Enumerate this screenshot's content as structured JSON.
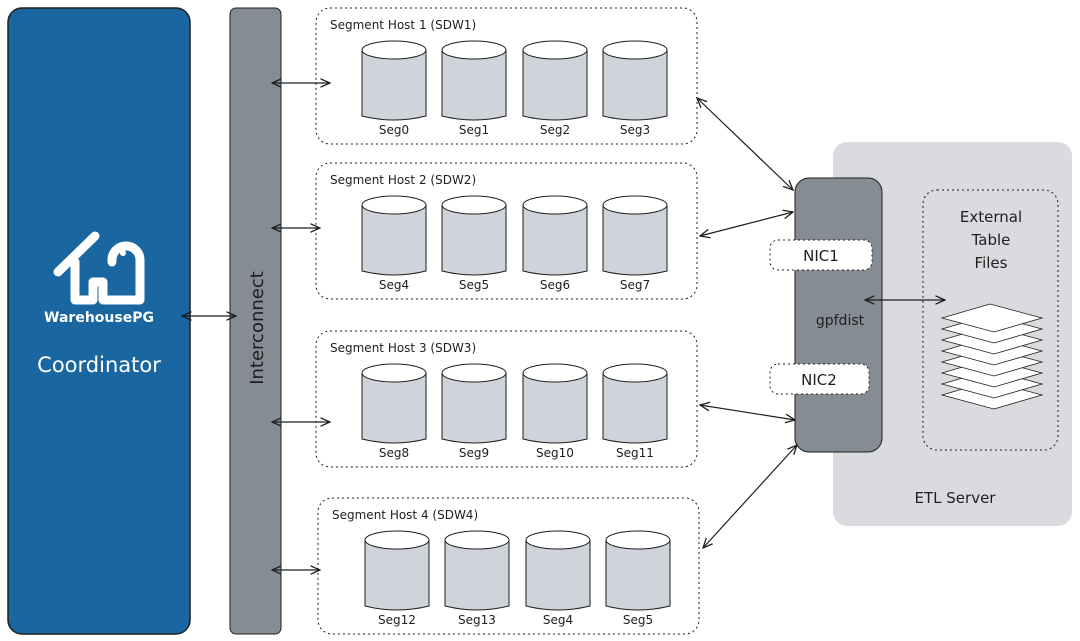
{
  "coordinator": {
    "logo_text": "WarehousePG",
    "label": "Coordinator",
    "color": "#1a66a0"
  },
  "interconnect": {
    "label": "Interconnect",
    "color": "#868c94"
  },
  "hosts": [
    {
      "title": "Segment Host 1 (SDW1)",
      "segments": [
        "Seg0",
        "Seg1",
        "Seg2",
        "Seg3"
      ]
    },
    {
      "title": "Segment Host 2 (SDW2)",
      "segments": [
        "Seg4",
        "Seg5",
        "Seg6",
        "Seg7"
      ]
    },
    {
      "title": "Segment Host 3 (SDW3)",
      "segments": [
        "Seg8",
        "Seg9",
        "Seg10",
        "Seg11"
      ]
    },
    {
      "title": "Segment Host 4 (SDW4)",
      "segments": [
        "Seg12",
        "Seg13",
        "Seg4",
        "Seg5"
      ]
    }
  ],
  "etl": {
    "label": "ETL Server",
    "gpfdist": "gpfdist",
    "nic1": "NIC1",
    "nic2": "NIC2",
    "external_files": [
      "External",
      "Table",
      "Files"
    ]
  },
  "colors": {
    "cylinder": "#ced4da",
    "etl_bg": "#d9dbde",
    "bar": "#868c94"
  }
}
